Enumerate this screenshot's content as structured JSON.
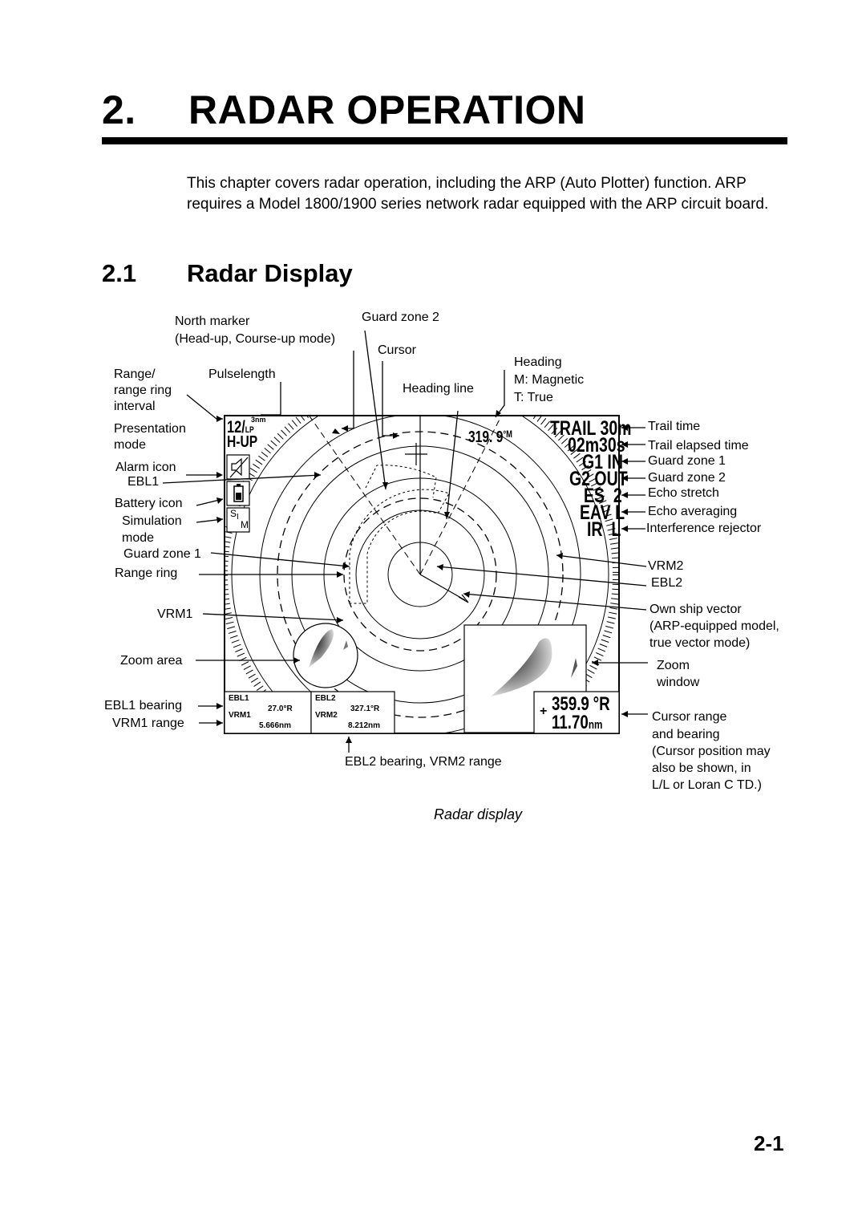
{
  "chapter": {
    "number": "2.",
    "title": "RADAR OPERATION"
  },
  "intro": "This chapter covers radar operation, including the ARP (Auto Plotter) function. ARP requires a Model 1800/1900 series network radar equipped with the ARP circuit board.",
  "section": {
    "number": "2.1",
    "title": "Radar Display"
  },
  "labels": {
    "north_marker": "North marker",
    "north_marker_sub": "(Head-up, Course-up mode)",
    "guard_zone_2_top": "Guard zone 2",
    "cursor": "Cursor",
    "range": "Range/",
    "range_ring_interval_1": "range ring",
    "range_ring_interval_2": "interval",
    "pulselength": "Pulselength",
    "heading_line": "Heading line",
    "heading": "Heading",
    "heading_m": "M: Magnetic",
    "heading_t": "T: True",
    "presentation_mode_1": "Presentation",
    "presentation_mode_2": "mode",
    "alarm_icon": "Alarm icon",
    "ebl1": "EBL1",
    "battery_icon": "Battery icon",
    "simulation_mode_1": "Simulation",
    "simulation_mode_2": "mode",
    "guard_zone_1_left": "Guard zone 1",
    "range_ring": "Range ring",
    "vrm1": "VRM1",
    "zoom_area": "Zoom area",
    "ebl1_bearing": "EBL1 bearing",
    "vrm1_range": "VRM1 range",
    "trail_time": "Trail time",
    "trail_elapsed_time": "Trail elapsed time",
    "guard_zone_1_right": "Guard zone 1",
    "guard_zone_2_right": "Guard zone 2",
    "echo_stretch": "Echo stretch",
    "echo_averaging": "Echo averaging",
    "interference_rejector": "Interference rejector",
    "vrm2": "VRM2",
    "ebl2": "EBL2",
    "own_ship_vector_1": "Own ship vector",
    "own_ship_vector_2": "(ARP-equipped model,",
    "own_ship_vector_3": "true vector mode)",
    "zoom_window_1": "Zoom",
    "zoom_window_2": "window",
    "cursor_range_1": "Cursor range",
    "cursor_range_2": "and bearing",
    "cursor_range_3": "(Cursor position may",
    "cursor_range_4": "also be shown, in",
    "cursor_range_5": "L/L or Loran C TD.)",
    "ebl2_vrm2": "EBL2 bearing, VRM2 range"
  },
  "screen": {
    "range": "12/",
    "range_unit": "LP",
    "ring_interval": "3nm",
    "mode": "H-UP",
    "heading": "319. 9",
    "heading_ref": "°M",
    "trail": "TRAIL 30m",
    "trail_elapsed": "02m30s",
    "g1": "G1 IN",
    "g2": "G2 OUT",
    "es": "ES  2",
    "eav": "EAV L",
    "ir": "IR  L",
    "sim_s": "S",
    "sim_i": "I",
    "sim_m": "M",
    "ebl1_label": "EBL1",
    "ebl1_value": "27.0°R",
    "vrm1_label": "VRM1",
    "vrm1_value": "5.666nm",
    "ebl2_label": "EBL2",
    "ebl2_value": "327.1°R",
    "vrm2_label": "VRM2",
    "vrm2_value": "8.212nm",
    "cursor_plus": "+",
    "cursor_bearing": "359.9",
    "cursor_bearing_unit": "°R",
    "cursor_range": "11.70",
    "cursor_range_unit": "nm"
  },
  "caption": "Radar display",
  "page_number": "2-1"
}
